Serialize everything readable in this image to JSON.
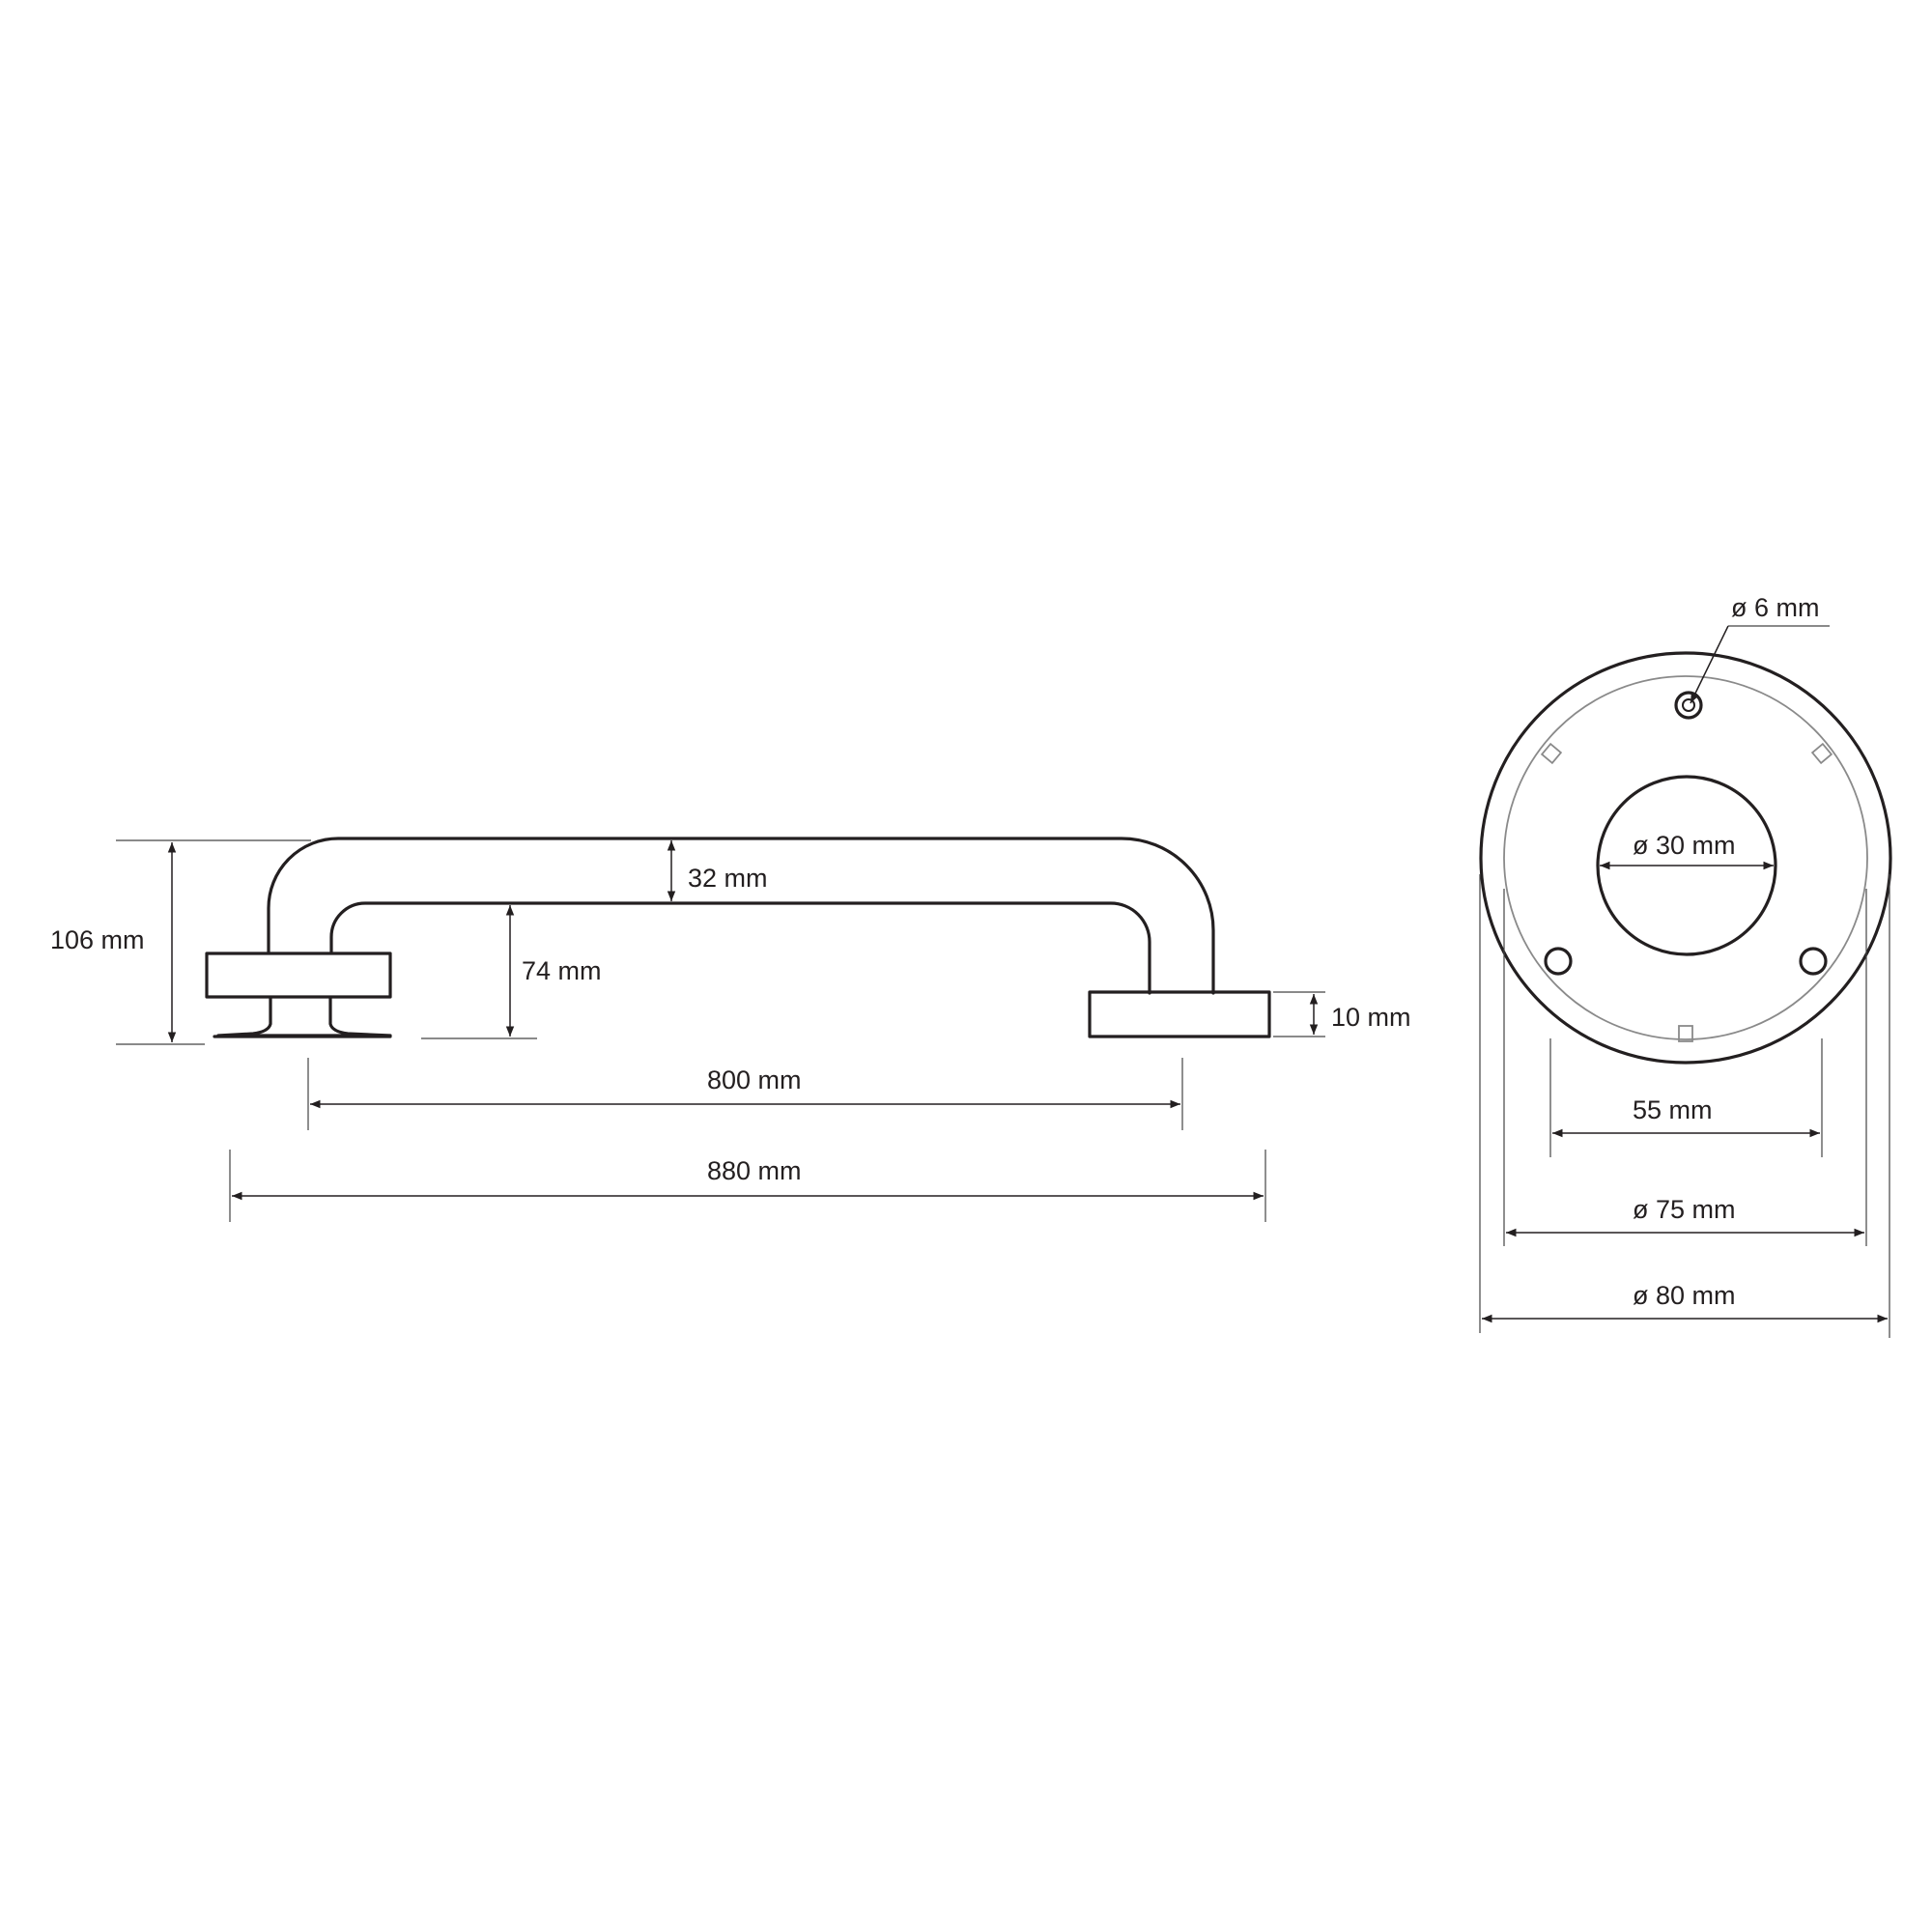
{
  "side_view": {
    "dims": {
      "total_height": "106 mm",
      "tube_diameter": "32 mm",
      "inner_height": "74 mm",
      "flange_thickness": "10 mm",
      "center_distance": "800 mm",
      "overall_length": "880 mm"
    }
  },
  "front_view": {
    "dims": {
      "hole_diameter": "ø 6 mm",
      "tube_diameter": "ø 30 mm",
      "hole_spacing": "55 mm",
      "inner_diameter": "ø 75 mm",
      "outer_diameter": "ø 80 mm"
    }
  }
}
